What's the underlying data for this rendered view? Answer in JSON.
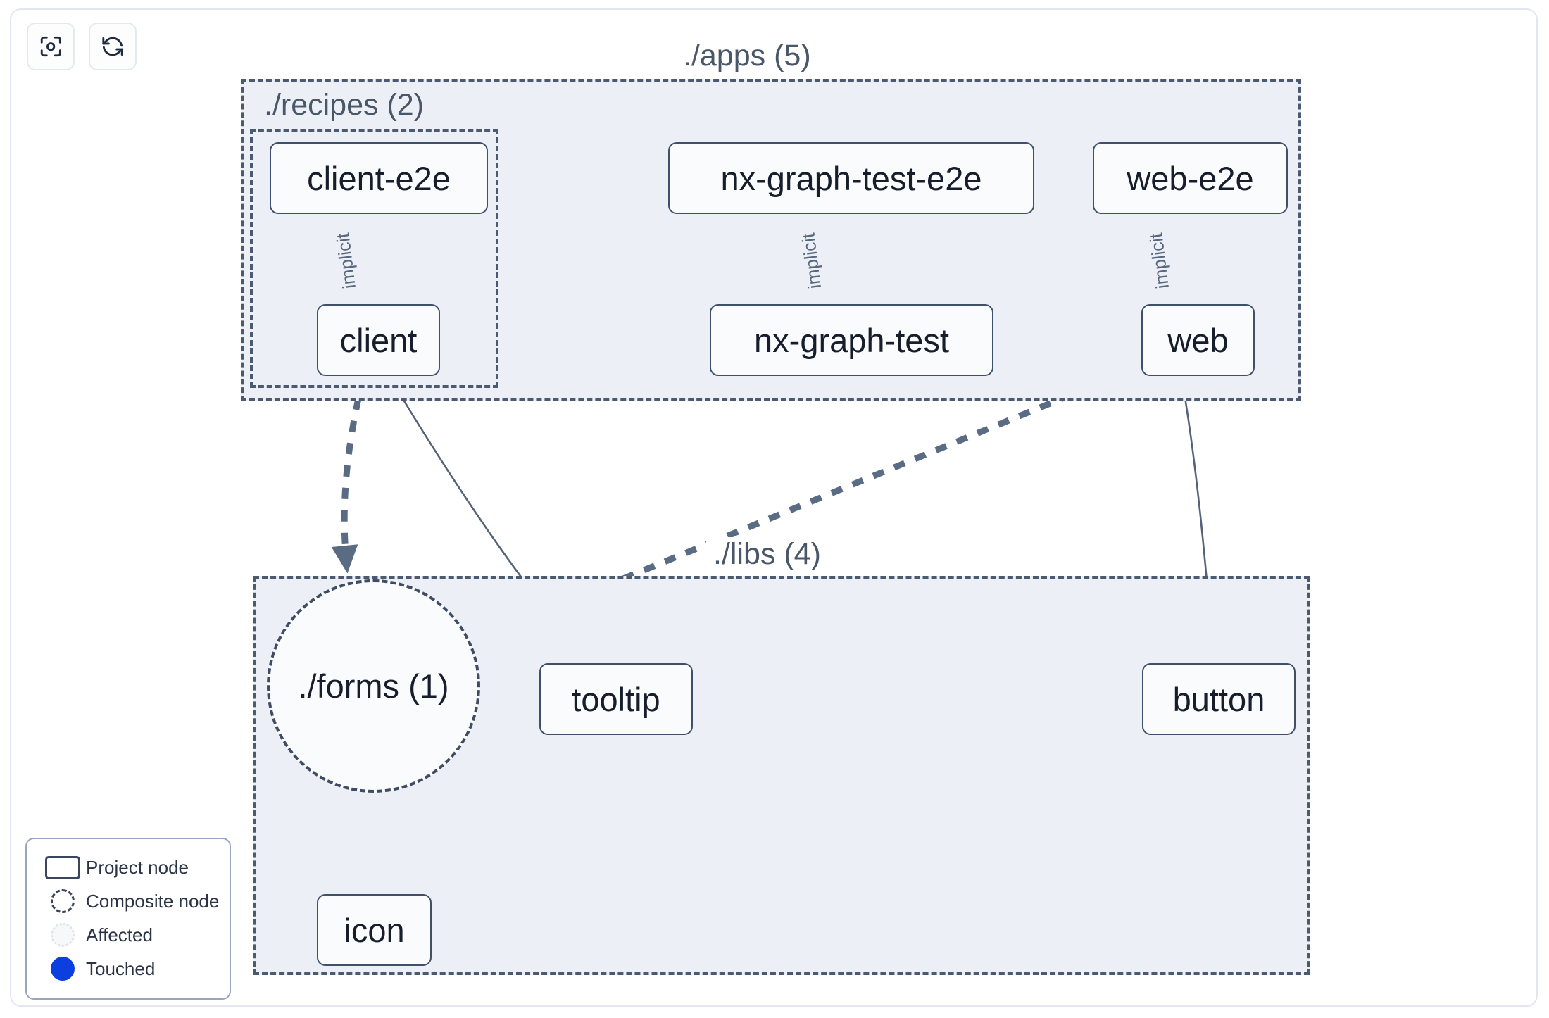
{
  "toolbar": {
    "buttons": [
      {
        "name": "focus-graph",
        "icon": "viewfinder-icon",
        "label": ""
      },
      {
        "name": "refresh-graph",
        "icon": "refresh-icon",
        "label": ""
      }
    ]
  },
  "groups": [
    {
      "id": "apps",
      "label": "./apps (5)",
      "count": 5
    },
    {
      "id": "recipes",
      "label": "./recipes (2)",
      "count": 2
    },
    {
      "id": "libs",
      "label": "./libs (4)",
      "count": 4
    }
  ],
  "nodes": [
    {
      "id": "client-e2e",
      "label": "client-e2e",
      "type": "project",
      "group": "recipes"
    },
    {
      "id": "client",
      "label": "client",
      "type": "project",
      "group": "recipes"
    },
    {
      "id": "nx-graph-test-e2e",
      "label": "nx-graph-test-e2e",
      "type": "project",
      "group": "apps"
    },
    {
      "id": "nx-graph-test",
      "label": "nx-graph-test",
      "type": "project",
      "group": "apps"
    },
    {
      "id": "web-e2e",
      "label": "web-e2e",
      "type": "project",
      "group": "apps"
    },
    {
      "id": "web",
      "label": "web",
      "type": "project",
      "group": "apps"
    },
    {
      "id": "forms",
      "label": "./forms (1)",
      "type": "composite",
      "group": "libs"
    },
    {
      "id": "tooltip",
      "label": "tooltip",
      "type": "project",
      "group": "libs"
    },
    {
      "id": "button",
      "label": "button",
      "type": "project",
      "group": "libs"
    },
    {
      "id": "icon",
      "label": "icon",
      "type": "project",
      "group": "libs"
    }
  ],
  "edges": [
    {
      "from": "client-e2e",
      "to": "client",
      "label": "implicit",
      "style": "thin-solid"
    },
    {
      "from": "nx-graph-test-e2e",
      "to": "nx-graph-test",
      "label": "implicit",
      "style": "thin-solid"
    },
    {
      "from": "web-e2e",
      "to": "web",
      "label": "implicit",
      "style": "thin-solid"
    },
    {
      "from": "client",
      "to": "forms",
      "label": "",
      "style": "thick-dashed"
    },
    {
      "from": "client",
      "to": "tooltip",
      "label": "",
      "style": "thin-solid"
    },
    {
      "from": "web",
      "to": "forms",
      "label": "",
      "style": "thick-dashed"
    },
    {
      "from": "web",
      "to": "button",
      "label": "",
      "style": "thin-solid"
    },
    {
      "from": "forms",
      "to": "icon",
      "label": "",
      "style": "thick-dashed"
    }
  ],
  "edge_labels": {
    "client_implicit": "implicit",
    "nxgraph_implicit": "implicit",
    "web_implicit": "implicit"
  },
  "legend": {
    "items": [
      {
        "symbol": "project-node-symbol",
        "label": "Project node"
      },
      {
        "symbol": "composite-node-symbol",
        "label": "Composite node"
      },
      {
        "symbol": "affected-symbol",
        "label": "Affected"
      },
      {
        "symbol": "touched-symbol",
        "label": "Touched"
      }
    ]
  },
  "colors": {
    "node_border": "#41506a",
    "node_fill": "#fafbfc",
    "group_fill": "#eceff5",
    "group_border": "#4c5a70",
    "edge_thin": "#55637a",
    "edge_thick": "#5a6b84",
    "touched": "#0b3fe0",
    "text": "#161d2b",
    "label_text": "#4a5769"
  }
}
